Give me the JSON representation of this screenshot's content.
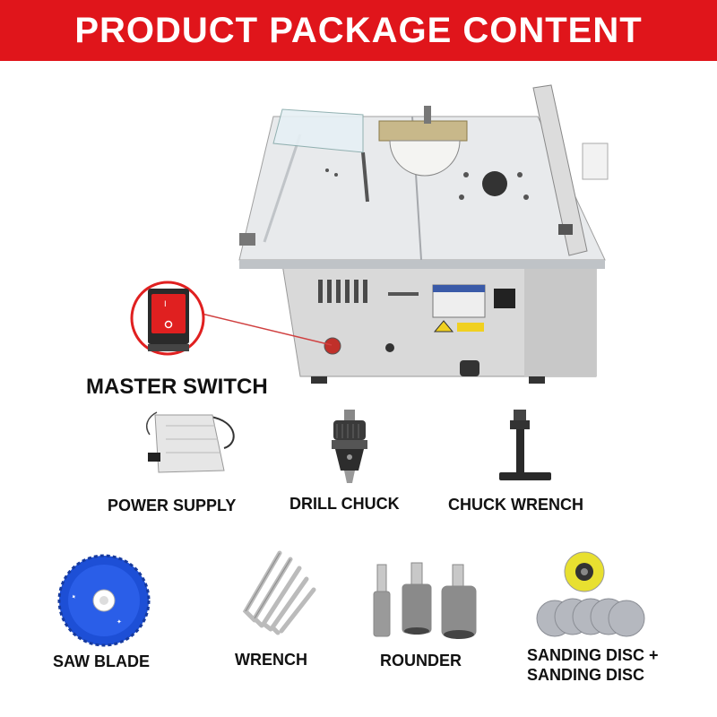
{
  "banner": {
    "title": "PRODUCT PACKAGE CONTENT"
  },
  "labels": {
    "master_switch": "MASTER SWITCH",
    "power_supply": "POWER SUPPLY",
    "drill_chuck": "DRILL CHUCK",
    "chuck_wrench": "CHUCK WRENCH",
    "saw_blade": "SAW BLADE",
    "wrench": "WRENCH",
    "rounder": "ROUNDER",
    "sanding_line1": "SANDING DISC +",
    "sanding_line2": "SANDING DISC"
  },
  "colors": {
    "banner": "#e0151b",
    "switch_red": "#e02020",
    "blade_blue": "#1d4fd6",
    "sanding_yellow": "#e8e030"
  }
}
